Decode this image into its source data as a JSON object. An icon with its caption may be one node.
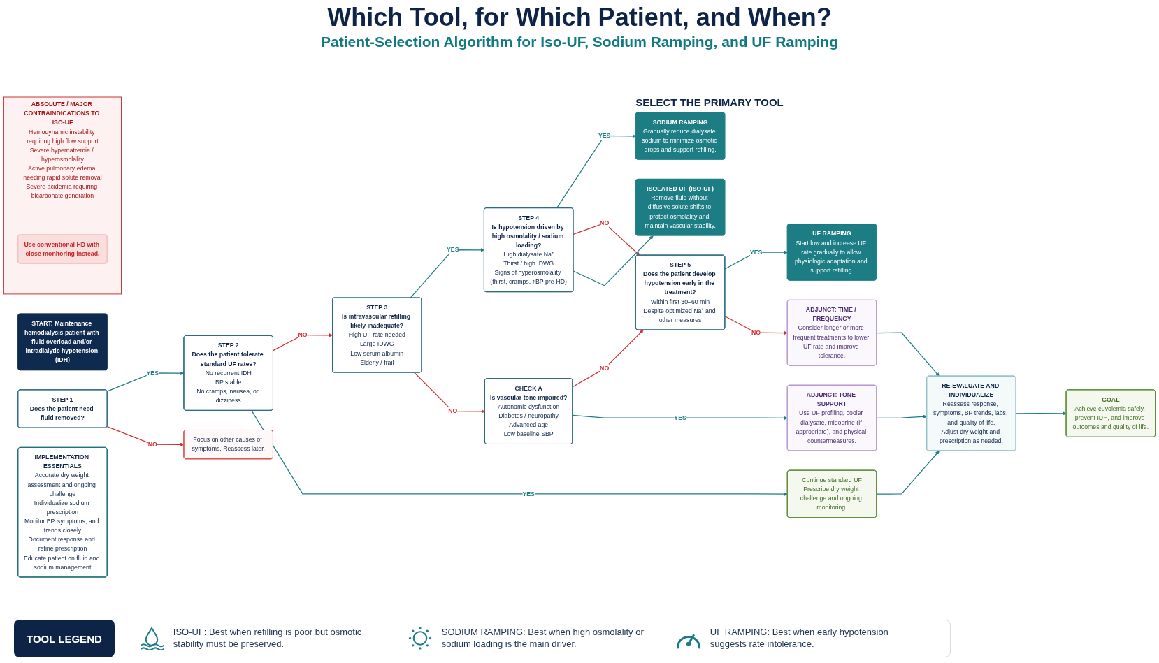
{
  "diagram": {
    "title": "Which Tool, for Which Patient, and When?",
    "nodes": [
      {
        "text": [
          "START: Maintenance hemodialysis patient with fluid overload and/or intradialytic hypotension (IDH)"
        ]
      },
      {
        "text": [
          "STEP 1",
          "Does the patient need fluid removed?"
        ]
      },
      {
        "text": [
          "STEP 2",
          "Does the patient tolerate standard UF rates?",
          "No recurrent IDH",
          "BP stable",
          "No cramps, nausea, or dizziness"
        ]
      },
      {
        "text": [
          "STEP 3",
          "Is intravascular refilling likely inadequate?",
          "High UF rate needed",
          "Large IDWG",
          "Low serum albumin",
          "Elderly / frail"
        ]
      },
      {
        "text": [
          "STEP 4",
          "Is hypotension driven by high osmolality / sodium loading?",
          "High dialysate Na⁺",
          "Thirst / high IDWG",
          "Signs of hyperosmolality (thirst, cramps, ↑BP pre-HD)"
        ]
      },
      {
        "text": [
          "SODIUM RAMPING",
          "Gradually reduce dialysate sodium to minimize osmotic drops and support refilling."
        ]
      },
      {
        "text": [
          "ABSOLUTE / MAJOR CONTRAINDICATIONS TO ISO-UF",
          "Hemodynamic instability requiring high flow support",
          "Severe hypernatremia / hyperosmolality",
          "Active pulmonary edema needing rapid solute removal",
          "Severe acidemia requiring bicarbonate generation"
        ]
      },
      {
        "text": [
          "Use conventional HD with close monitoring instead."
        ],
        "in": 6
      },
      {
        "text": [
          "Focus on other causes of symptoms. Reassess later."
        ]
      },
      {
        "text": [
          "ISOLATED UF (ISO-UF)",
          "Remove fluid without diffusive solute shifts to protect osmolality and maintain vascular stability."
        ]
      },
      {
        "text": [
          "Continue standard UF",
          "Prescribe dry weight challenge and ongoing monitoring."
        ]
      },
      {
        "text": [
          "CHECK A",
          "Is vascular tone impaired?",
          "Autonomic dysfunction",
          "Diabetes / neuropathy",
          "Advanced age",
          "Low baseline SBP"
        ]
      },
      {
        "text": [
          "STEP 5",
          "Does the patient develop hypotension early in the treatment?",
          "Within first 30–60 min",
          "Despite optimized Na⁺ and other measures"
        ]
      },
      {
        "text": [
          "IMPLEMENTATION ESSENTIALS",
          "Accurate dry weight assessment and ongoing challenge",
          "Individualize sodium prescription",
          "Monitor BP, symptoms, and trends closely",
          "Document response and refine prescription",
          "Educate patient on fluid and sodium management"
        ]
      },
      {
        "text": [
          "UF RAMPING",
          "Start low and increase UF rate gradually to allow physiologic adaptation and support refilling."
        ]
      },
      {
        "text": [
          "ADJUNCT: TONE SUPPORT",
          "Use UF profiling, cooler dialysate, midodrine (if appropriate), and physical countermeasures."
        ]
      },
      {
        "text": [
          "ADJUNCT: TIME / FREQUENCY",
          "Consider longer or more frequent treatments to lower UF rate and improve tolerance."
        ]
      },
      {
        "text": [
          "GOAL",
          "Achieve euvolemia safely, prevent IDH, and improve outcomes and quality of life."
        ]
      },
      {
        "text": [
          "RE-EVALUATE AND INDIVIDUALIZE",
          "Reassess response, symptoms, BP trends, labs, and quality of life.",
          "Adjust dry weight and prescription as needed."
        ]
      }
    ],
    "edges": [
      {
        "from": 1,
        "to": 2,
        "arrow": "to",
        "label": "YES"
      },
      {
        "from": 1,
        "to": 8,
        "arrow": "to",
        "label": "NO",
        "color": "#d32f2f"
      },
      {
        "from": 2,
        "to": 3,
        "arrow": "to",
        "label": "NO",
        "color": "#d32f2f"
      },
      {
        "from": 2,
        "to": 10,
        "arrow": "to",
        "label": "YES"
      },
      {
        "from": 3,
        "to": 4,
        "arrow": "to",
        "label": "YES"
      },
      {
        "from": 3,
        "to": 11,
        "arrow": "to",
        "label": "NO",
        "color": "#d32f2f"
      },
      {
        "from": 4,
        "to": 5,
        "arrow": "to",
        "label": "YES"
      },
      {
        "from": 4,
        "to": 12,
        "arrow": "to",
        "label": "NO",
        "color": "#d32f2f"
      },
      {
        "from": 4,
        "to": 9,
        "arrow": "to"
      },
      {
        "from": 11,
        "to": 12,
        "arrow": "to",
        "label": "NO",
        "color": "#d32f2f"
      },
      {
        "from": 11,
        "to": 15,
        "arrow": "to",
        "label": "YES"
      },
      {
        "from": 12,
        "to": 14,
        "arrow": "to",
        "label": "YES"
      },
      {
        "from": 12,
        "to": 16,
        "arrow": "to",
        "label": "NO",
        "color": "#d32f2f"
      },
      {
        "from": 10,
        "to": 18,
        "arrow": "to"
      },
      {
        "from": 15,
        "to": 18,
        "arrow": "to"
      },
      {
        "from": 16,
        "to": 18,
        "arrow": "to"
      },
      {
        "from": 18,
        "to": 17,
        "arrow": "to"
      }
    ],
    "labels": [
      "Patient-Selection Algorithm for Iso-UF, Sodium Ramping, and UF Ramping",
      "SELECT THE PRIMARY TOOL",
      "TOOL LEGEND"
    ],
    "legend": [
      {
        "text": "ISO-UF: Best when refilling is poor but osmotic stability must be preserved."
      },
      {
        "text": "SODIUM RAMPING: Best when high osmolality or sodium loading is the main driver."
      },
      {
        "text": "UF RAMPING: Best when early hypotension suggests rate intolerance."
      }
    ]
  }
}
